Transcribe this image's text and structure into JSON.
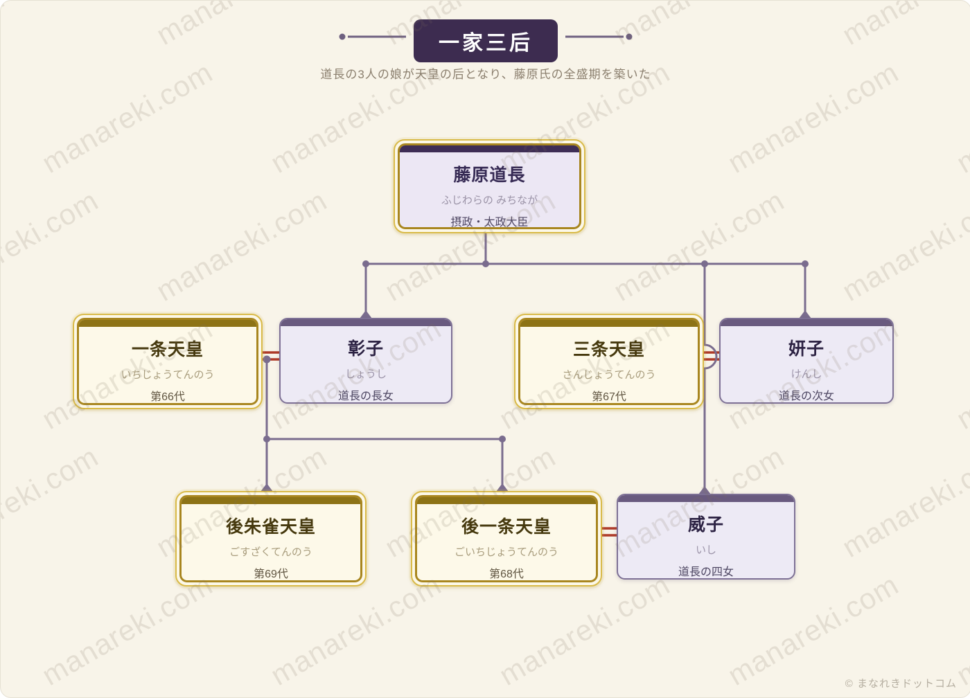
{
  "header": {
    "title": "一家三后",
    "subtitle": "道長の3人の娘が天皇の后となり、藤原氏の全盛期を築いた"
  },
  "watermark": {
    "text": "manareki.com"
  },
  "footer": {
    "credit": "© まなれきドットコム"
  },
  "colors": {
    "background": "#f8f4e9",
    "badge": "#3d2c50",
    "gold_border": "#a8861f",
    "gold_header": "#8d7316",
    "purple_header": "#695a7f",
    "purple_dark_header": "#3e2d55",
    "connector": "#7a6c8e",
    "marriage_line": "#ae3a28"
  },
  "nodes": {
    "michinaga": {
      "name": "藤原道長",
      "kana": "ふじわらの みちなが",
      "note": "摂政・太政大臣"
    },
    "ichijo": {
      "name": "一条天皇",
      "kana": "いちじょうてんのう",
      "note": "第66代"
    },
    "shoshi": {
      "name": "彰子",
      "kana": "しょうし",
      "note": "道長の長女"
    },
    "sanjo": {
      "name": "三条天皇",
      "kana": "さんじょうてんのう",
      "note": "第67代"
    },
    "kenshi": {
      "name": "妍子",
      "kana": "けんし",
      "note": "道長の次女"
    },
    "gosuzaku": {
      "name": "後朱雀天皇",
      "kana": "ごすざくてんのう",
      "note": "第69代"
    },
    "goichijo": {
      "name": "後一条天皇",
      "kana": "ごいちじょうてんのう",
      "note": "第68代"
    },
    "ishi": {
      "name": "威子",
      "kana": "いし",
      "note": "道長の四女"
    }
  },
  "relationships": {
    "children_of_michinaga": [
      "彰子",
      "妍子",
      "威子"
    ],
    "marriages": [
      [
        "一条天皇",
        "彰子"
      ],
      [
        "三条天皇",
        "妍子"
      ],
      [
        "後一条天皇",
        "威子"
      ]
    ],
    "children_of_ichijo_and_shoshi": [
      "後朱雀天皇",
      "後一条天皇"
    ]
  }
}
